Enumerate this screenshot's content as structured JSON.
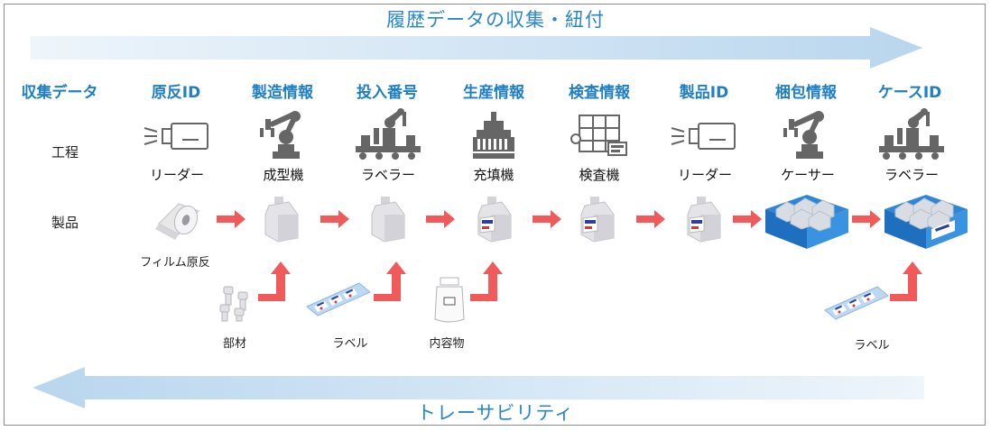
{
  "titles": {
    "top": "履歴データの収集・紐付",
    "bottom": "トレーサビリティ"
  },
  "row_labels": {
    "collect": "収集データ",
    "process": "工程",
    "product": "製品"
  },
  "columns": [
    {
      "data": "原反ID",
      "process": "リーダー",
      "icon": "reader-icon",
      "product": "film-roll"
    },
    {
      "data": "製造情報",
      "process": "成型機",
      "icon": "robot-arm-icon",
      "product": "pouch-plain"
    },
    {
      "data": "投入番号",
      "process": "ラベラー",
      "icon": "conveyor-robot-icon",
      "product": "pouch-plain"
    },
    {
      "data": "生産情報",
      "process": "充填機",
      "icon": "filler-icon",
      "product": "pouch-labeled"
    },
    {
      "data": "検査情報",
      "process": "検査機",
      "icon": "inspection-machine-icon",
      "product": "pouch-labeled"
    },
    {
      "data": "製品ID",
      "process": "リーダー",
      "icon": "reader-icon",
      "product": "pouch-labeled"
    },
    {
      "data": "梱包情報",
      "process": "ケーサー",
      "icon": "robot-arm-icon",
      "product": "case-box"
    },
    {
      "data": "ケースID",
      "process": "ラベラー",
      "icon": "conveyor-robot-icon",
      "product": "case-box-labeled"
    }
  ],
  "inputs": {
    "film": "フィルム原反",
    "parts": "部材",
    "label1": "ラベル",
    "contents": "内容物",
    "label2": "ラベル"
  },
  "colors": {
    "accent": "#2a86c8",
    "heading": "#1f7fc2",
    "flow_arrow": "#f15a5a",
    "icon": "#666666",
    "case_blue": "#2f86d6"
  }
}
